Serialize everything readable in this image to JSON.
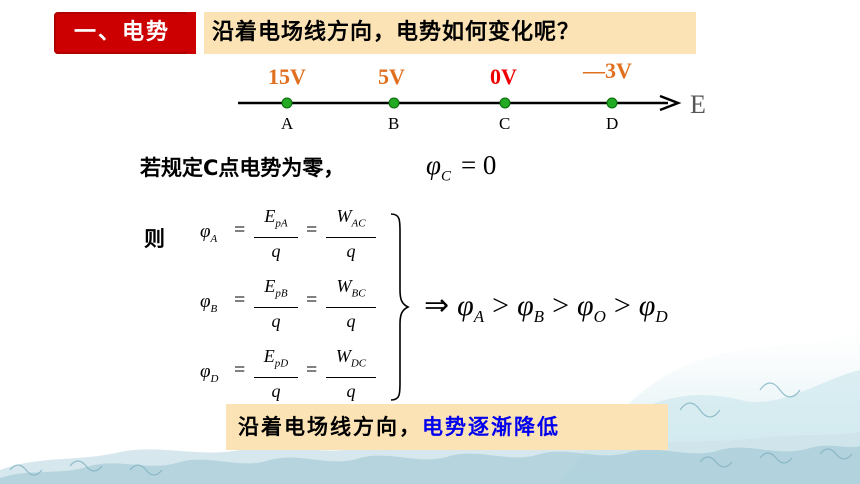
{
  "title": "一、电势",
  "question": "沿着电场线方向，电势如何变化呢？",
  "field_line": {
    "arrow_label": "E",
    "points": [
      {
        "label": "A",
        "potential": "15V",
        "color": "#e07020"
      },
      {
        "label": "B",
        "potential": "5V",
        "color": "#e07020"
      },
      {
        "label": "C",
        "potential": "0V",
        "color": "#ee0000"
      },
      {
        "label": "D",
        "potential": "—3V",
        "color": "#e07020"
      }
    ],
    "dot_color": "#22aa22"
  },
  "rule": {
    "text": "若规定C点电势为零，",
    "formula_symbol": "φ",
    "formula_sub": "C",
    "formula_rhs": "= 0"
  },
  "derivation": {
    "lead": "则",
    "rows": [
      {
        "phi_sub": "A",
        "e_sub": "pA",
        "w_sub": "AC"
      },
      {
        "phi_sub": "B",
        "e_sub": "pB",
        "w_sub": "BC"
      },
      {
        "phi_sub": "D",
        "e_sub": "pD",
        "w_sub": "DC"
      }
    ],
    "phi": "φ",
    "E": "E",
    "W": "W",
    "q": "q",
    "equals": "="
  },
  "result": {
    "implies": "⇒",
    "phi": "φ",
    "subs": [
      "A",
      "B",
      "O",
      "D"
    ],
    "op": ">"
  },
  "conclusion": {
    "part1": "沿着电场线方向，",
    "part2": "电势逐渐降低",
    "part2_color": "#0000ee"
  }
}
